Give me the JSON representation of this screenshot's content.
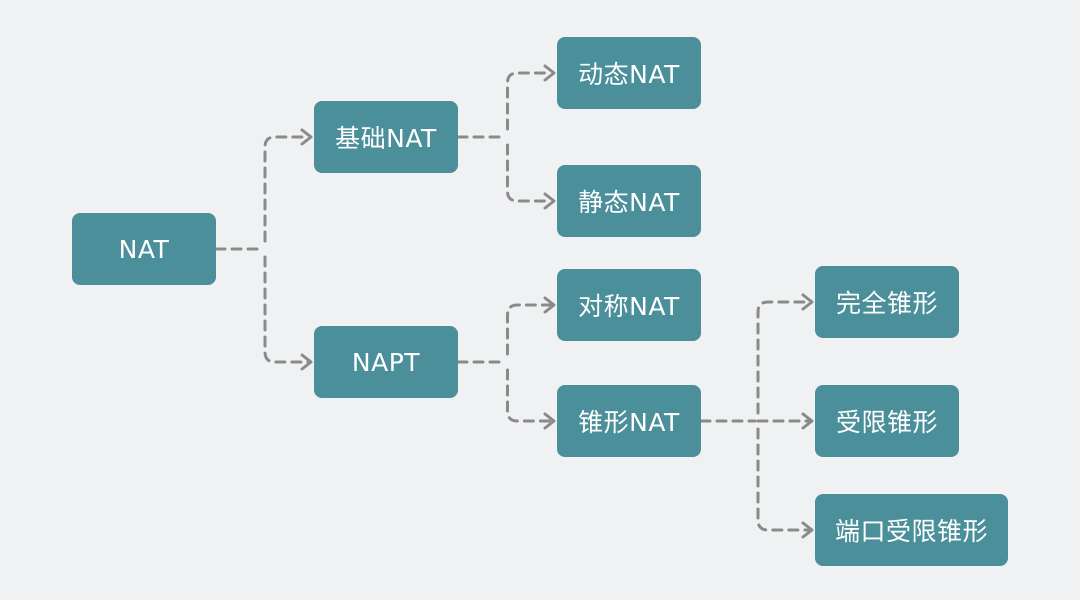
{
  "diagram": {
    "nodes": {
      "nat": "NAT",
      "basic_nat": "基础NAT",
      "napt": "NAPT",
      "dynamic_nat": "动态NAT",
      "static_nat": "静态NAT",
      "symmetric_nat": "对称NAT",
      "cone_nat": "锥形NAT",
      "full_cone": "完全锥形",
      "restricted_cone": "受限锥形",
      "port_restricted_cone": "端口受限锥形"
    },
    "colors": {
      "background": "#f0f1f3",
      "node_fill": "#4a8f99",
      "node_text": "#ffffff",
      "connector": "#8a8a8a"
    },
    "edges": [
      [
        "nat",
        "basic_nat"
      ],
      [
        "nat",
        "napt"
      ],
      [
        "basic_nat",
        "dynamic_nat"
      ],
      [
        "basic_nat",
        "static_nat"
      ],
      [
        "napt",
        "symmetric_nat"
      ],
      [
        "napt",
        "cone_nat"
      ],
      [
        "cone_nat",
        "full_cone"
      ],
      [
        "cone_nat",
        "restricted_cone"
      ],
      [
        "cone_nat",
        "port_restricted_cone"
      ]
    ]
  }
}
